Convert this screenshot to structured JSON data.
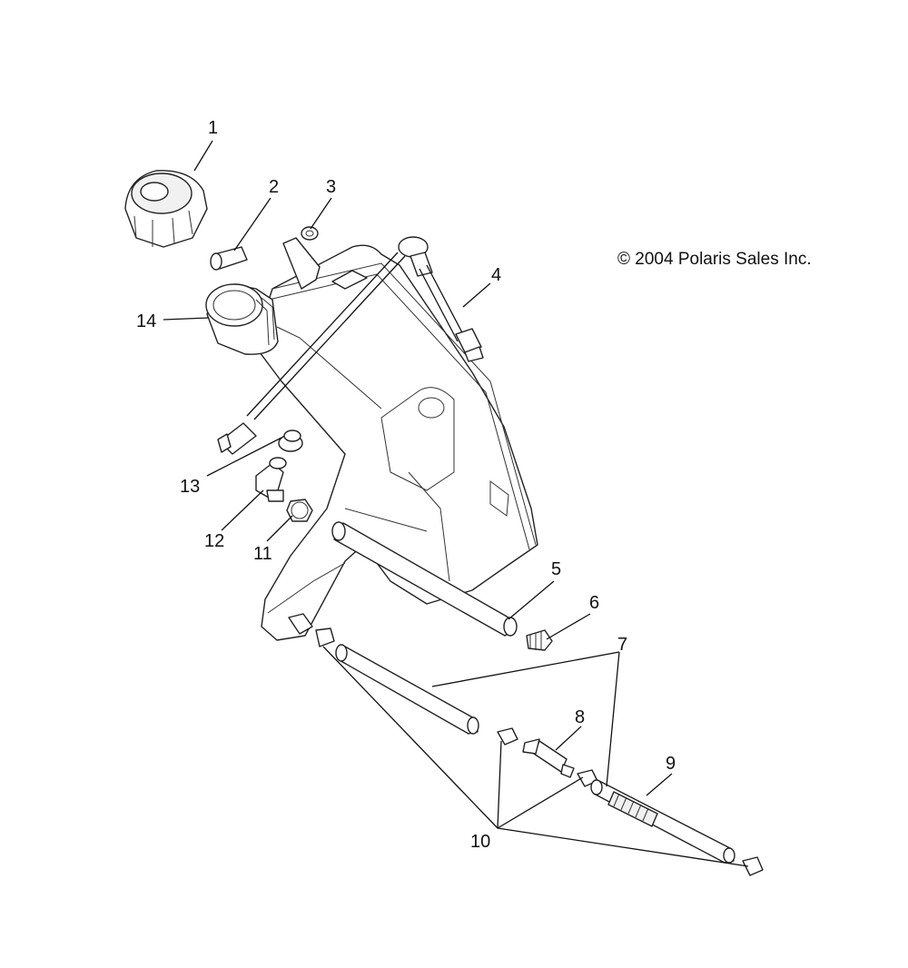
{
  "copyright": "© 2004 Polaris Sales Inc.",
  "callouts": [
    "1",
    "2",
    "3",
    "4",
    "5",
    "6",
    "7",
    "8",
    "9",
    "10",
    "11",
    "12",
    "13",
    "14"
  ]
}
